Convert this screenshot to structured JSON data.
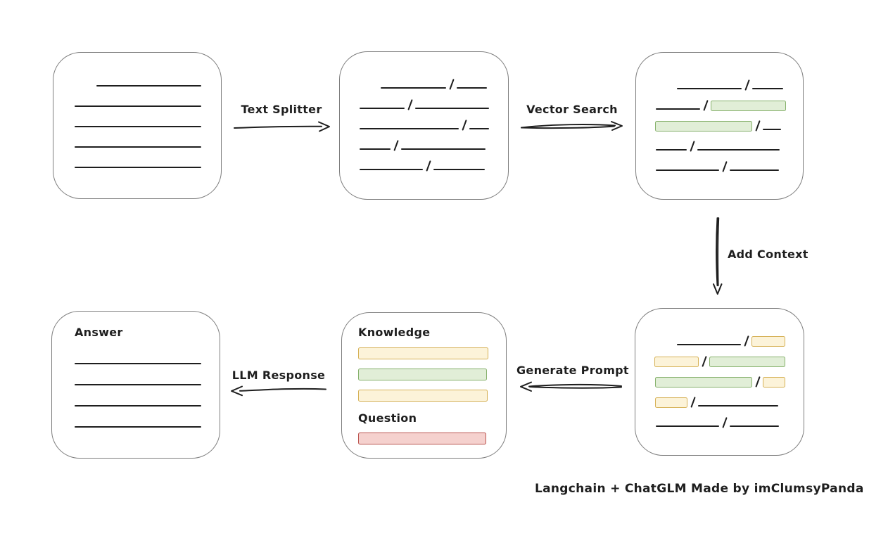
{
  "caption": "Langchain + ChatGLM Made by imClumsyPanda",
  "colors": {
    "stroke": "#1e1e1e",
    "box_border": "#7d7d7d",
    "background": "#ffffff",
    "green_fill": "#e1eed7",
    "green_border": "#86b16c",
    "yellow_fill": "#fcf3d9",
    "yellow_border": "#d6b156",
    "red_fill": "#f5d1ce",
    "red_border": "#bb544f"
  },
  "arrows": [
    {
      "id": "text-splitter",
      "label": "Text Splitter",
      "direction": "right"
    },
    {
      "id": "vector-search",
      "label": "Vector Search",
      "direction": "right"
    },
    {
      "id": "add-context",
      "label": "Add Context",
      "direction": "down"
    },
    {
      "id": "generate-prompt",
      "label": "Generate Prompt",
      "direction": "left"
    },
    {
      "id": "llm-response",
      "label": "LLM Response",
      "direction": "left"
    }
  ],
  "nodes": [
    {
      "id": "source-document",
      "kind": "lines",
      "label": null,
      "lines": [
        {
          "indent": 31,
          "w": 149
        },
        {
          "indent": 0,
          "w": 180
        },
        {
          "indent": 0,
          "w": 180
        },
        {
          "indent": 0,
          "w": 180
        },
        {
          "indent": 0,
          "w": 180
        }
      ]
    },
    {
      "id": "split-chunks",
      "kind": "split",
      "rows": [
        {
          "ml": 58,
          "segs": [
            {
              "t": "line",
              "w": 93
            },
            {
              "t": "line",
              "w": 43
            }
          ]
        },
        {
          "ml": 28,
          "segs": [
            {
              "t": "line",
              "w": 64
            },
            {
              "t": "line",
              "w": 105
            }
          ]
        },
        {
          "ml": 28,
          "segs": [
            {
              "t": "line",
              "w": 141
            },
            {
              "t": "line",
              "w": 28
            }
          ]
        },
        {
          "ml": 28,
          "segs": [
            {
              "t": "line",
              "w": 44
            },
            {
              "t": "line",
              "w": 120
            }
          ]
        },
        {
          "ml": 28,
          "segs": [
            {
              "t": "line",
              "w": 90
            },
            {
              "t": "line",
              "w": 73
            }
          ]
        }
      ]
    },
    {
      "id": "vector-matches",
      "kind": "split",
      "rows": [
        {
          "ml": 58,
          "segs": [
            {
              "t": "line",
              "w": 92
            },
            {
              "t": "line",
              "w": 44
            }
          ]
        },
        {
          "ml": 28,
          "segs": [
            {
              "t": "line",
              "w": 63
            },
            {
              "t": "green",
              "w": 107
            }
          ]
        },
        {
          "ml": 27,
          "segs": [
            {
              "t": "green",
              "w": 138
            },
            {
              "t": "line",
              "w": 26
            }
          ]
        },
        {
          "ml": 28,
          "segs": [
            {
              "t": "line",
              "w": 44
            },
            {
              "t": "line",
              "w": 117
            }
          ]
        },
        {
          "ml": 28,
          "segs": [
            {
              "t": "line",
              "w": 90
            },
            {
              "t": "line",
              "w": 70
            }
          ]
        }
      ]
    },
    {
      "id": "context-chunks",
      "kind": "split",
      "rows": [
        {
          "ml": 59,
          "segs": [
            {
              "t": "line",
              "w": 91
            },
            {
              "t": "yellow",
              "w": 48
            }
          ]
        },
        {
          "ml": 27,
          "segs": [
            {
              "t": "yellow",
              "w": 63
            },
            {
              "t": "green",
              "w": 108
            }
          ]
        },
        {
          "ml": 28,
          "segs": [
            {
              "t": "green",
              "w": 138
            },
            {
              "t": "yellow",
              "w": 32
            }
          ]
        },
        {
          "ml": 28,
          "segs": [
            {
              "t": "yellow",
              "w": 46
            },
            {
              "t": "line",
              "w": 114
            }
          ]
        },
        {
          "ml": 29,
          "segs": [
            {
              "t": "line",
              "w": 90
            },
            {
              "t": "line",
              "w": 70
            }
          ]
        }
      ]
    },
    {
      "id": "prompt",
      "kind": "prompt",
      "labels": {
        "knowledge": "Knowledge",
        "question": "Question"
      },
      "bars": [
        {
          "t": "yellow",
          "w": 185
        },
        {
          "t": "green",
          "w": 183
        },
        {
          "t": "yellow",
          "w": 184
        }
      ],
      "question_bar": {
        "t": "red",
        "w": 182
      }
    },
    {
      "id": "answer",
      "kind": "lines",
      "label": "Answer",
      "lines": [
        {
          "indent": 0,
          "w": 180
        },
        {
          "indent": 0,
          "w": 180
        },
        {
          "indent": 0,
          "w": 180
        },
        {
          "indent": 0,
          "w": 180
        }
      ]
    }
  ]
}
